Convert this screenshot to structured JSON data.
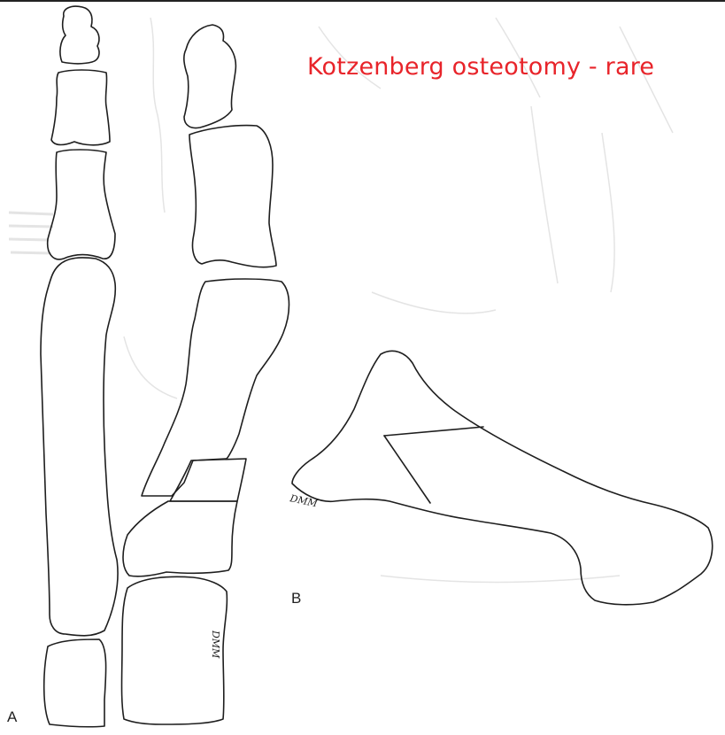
{
  "slide": {
    "title": "Kotzenberg osteotomy - rare",
    "title_color": "#e8242a"
  },
  "figure": {
    "panel_a_label": "A",
    "panel_b_label": "B",
    "artist_signature": "DMM",
    "line_color": "#1e1e1e",
    "faint_background_color": "#e4e4e4"
  }
}
